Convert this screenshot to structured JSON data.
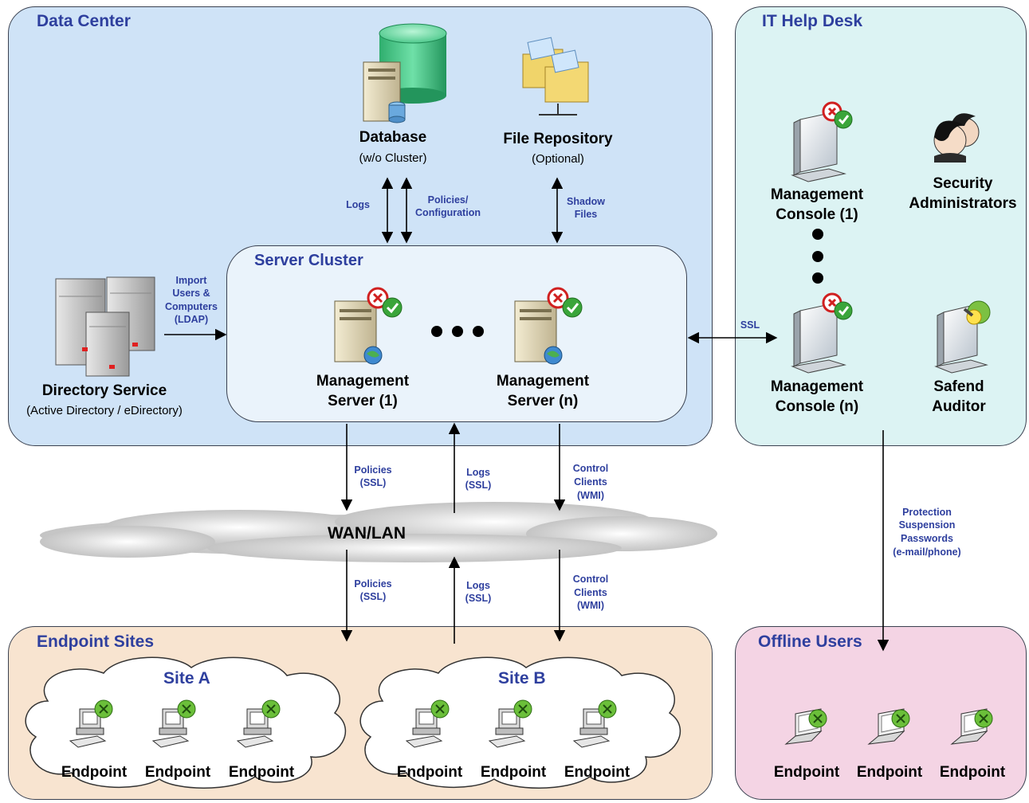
{
  "regions": {
    "data_center": "Data Center",
    "it_help_desk": "IT Help Desk",
    "endpoint_sites": "Endpoint Sites",
    "offline_users": "Offline Users",
    "server_cluster": "Server Cluster",
    "site_a": "Site A",
    "site_b": "Site B"
  },
  "nodes": {
    "database": {
      "label": "Database",
      "sub": "(w/o Cluster)"
    },
    "file_repository": {
      "label": "File Repository",
      "sub": "(Optional)"
    },
    "directory_service": {
      "label": "Directory Service",
      "sub": "(Active Directory / eDirectory)"
    },
    "mgmt_server_1": {
      "line1": "Management",
      "line2": "Server (1)"
    },
    "mgmt_server_n": {
      "line1": "Management",
      "line2": "Server (n)"
    },
    "mgmt_console_1": {
      "line1": "Management",
      "line2": "Console (1)"
    },
    "mgmt_console_n": {
      "line1": "Management",
      "line2": "Console (n)"
    },
    "security_admins": {
      "line1": "Security",
      "line2": "Administrators"
    },
    "safend_auditor": {
      "line1": "Safend",
      "line2": "Auditor"
    },
    "wan_lan": "WAN/LAN",
    "endpoint": "Endpoint"
  },
  "edges": {
    "logs": "Logs",
    "policies_config": [
      "Policies/",
      "Configuration"
    ],
    "shadow_files": [
      "Shadow",
      "Files"
    ],
    "import_ldap": [
      "Import",
      "Users &",
      "Computers",
      "(LDAP)"
    ],
    "ssl": "SSL",
    "policies_ssl": [
      "Policies",
      "(SSL)"
    ],
    "logs_ssl": [
      "Logs",
      "(SSL)"
    ],
    "control_wmi": [
      "Control",
      "Clients",
      "(WMI)"
    ],
    "protection": [
      "Protection",
      "Suspension",
      "Passwords",
      "(e-mail/phone)"
    ]
  },
  "colors": {
    "data_center_fill": "#cfe3f7",
    "help_desk_fill": "#dcf3f3",
    "endpoint_sites_fill": "#f8e4d0",
    "offline_users_fill": "#f4d4e4",
    "title_blue": "#2e3f9e"
  }
}
